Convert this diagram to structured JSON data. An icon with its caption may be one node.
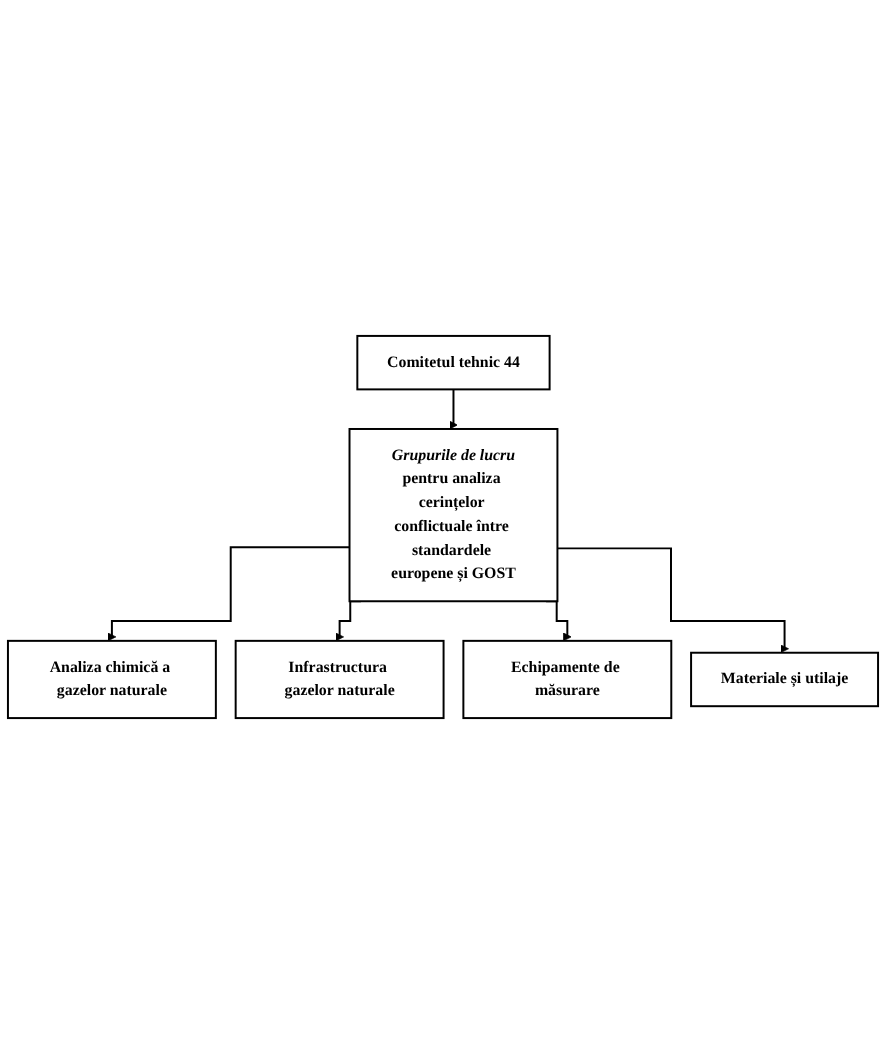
{
  "diagram": {
    "nodes": [
      {
        "text": [
          "Comitetul tehnic 44"
        ]
      },
      {
        "text": [
          "Grupurile de lucru",
          "pentru analiza cerințelor conflictuale între standardele europene și GOST"
        ]
      },
      {
        "text": [
          "Analiza chimică a gazelor naturale"
        ]
      },
      {
        "text": [
          "Infrastructura gazelor naturale"
        ]
      },
      {
        "text": [
          "Echipamente de măsurare"
        ]
      },
      {
        "text": [
          "Materiale și utilaje"
        ]
      }
    ],
    "edges": [
      {
        "from": 0,
        "to": 1,
        "arrow": "to"
      },
      {
        "from": 1,
        "to": 2,
        "arrow": "to"
      },
      {
        "from": 1,
        "to": 3,
        "arrow": "to"
      },
      {
        "from": 1,
        "to": 4,
        "arrow": "to"
      },
      {
        "from": 1,
        "to": 5,
        "arrow": "to"
      }
    ]
  }
}
